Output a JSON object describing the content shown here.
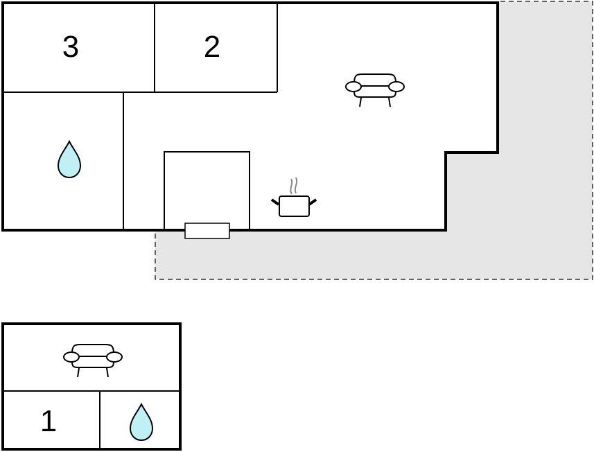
{
  "title": "Floor plan",
  "rooms": {
    "bedroom_3": {
      "label": "3"
    },
    "bedroom_2": {
      "label": "2"
    },
    "bedroom_1": {
      "label": "1"
    }
  },
  "icons": [
    "sofa-icon",
    "bathroom-drop-icon",
    "kitchen-pot-icon",
    "fireplace"
  ],
  "colors": {
    "wall": "#000000",
    "terrace": "#e6e6e6",
    "water": "#bff0f5"
  }
}
